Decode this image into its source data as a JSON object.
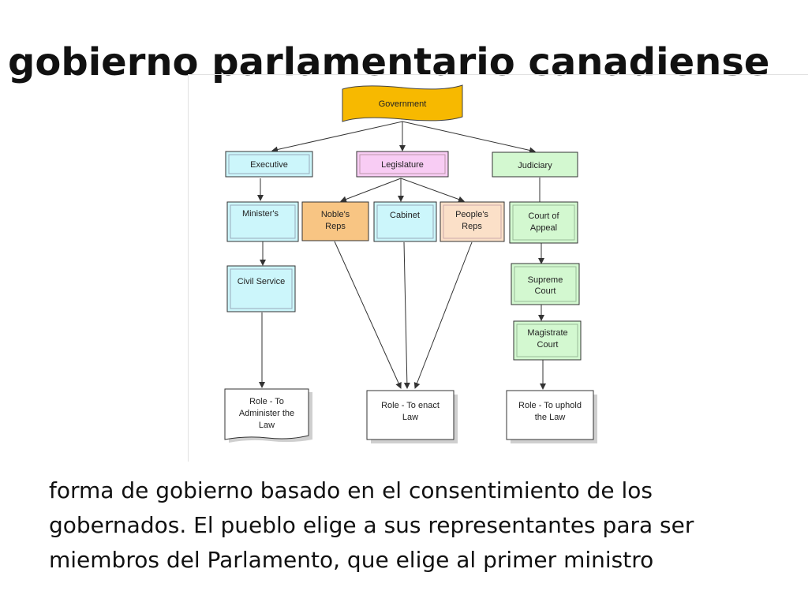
{
  "title": "gobierno parlamentario canadiense",
  "diagram": {
    "government": "Government",
    "executive": "Executive",
    "legislature": "Legislature",
    "judiciary": "Judiciary",
    "ministers": "Minister's",
    "nobles_reps": [
      "Noble's",
      "Reps"
    ],
    "cabinet": "Cabinet",
    "peoples_reps": [
      "People's",
      "Reps"
    ],
    "court_of_appeal": [
      "Court of",
      "Appeal"
    ],
    "civil_service": "Civil Service",
    "supreme_court": [
      "Supreme",
      "Court"
    ],
    "magistrate_court": [
      "Magistrate",
      "Court"
    ],
    "role_administer": [
      "Role - To",
      "Administer the",
      "Law"
    ],
    "role_enact": [
      "Role - To enact",
      "Law"
    ],
    "role_uphold": [
      "Role - To uphold",
      "the Law"
    ],
    "colors": {
      "government": "#f7b900",
      "executive": "#ccf6fb",
      "legislature": "#f8ccf4",
      "judiciary": "#d3f8d0",
      "nobles": "#f8c583",
      "peoples": "#fbe0c8",
      "role": "#ffffff"
    }
  },
  "body": {
    "line1": "forma de gobierno basado en el consentimiento de los",
    "line2": "gobernados. El pueblo elige a sus representantes para ser",
    "line3": "miembros del Parlamento, que elige al primer ministro"
  }
}
